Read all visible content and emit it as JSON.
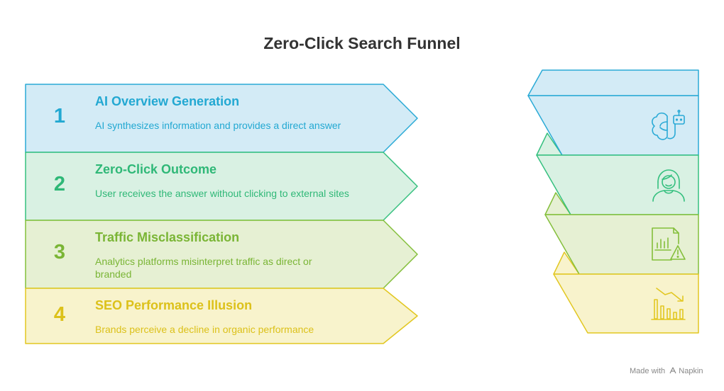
{
  "title": "Zero-Click Search Funnel",
  "steps": [
    {
      "number": "1",
      "title": "AI Overview Generation",
      "description": "AI synthesizes information and provides a direct answer",
      "icon": "brain-robot-icon",
      "fill": "#d3ebf6",
      "stroke": "#2aaad6",
      "text_color": "#22a8d2"
    },
    {
      "number": "2",
      "title": "Zero-Click Outcome",
      "description": "User receives the answer without clicking to external sites",
      "icon": "user-icon",
      "fill": "#d9f1e3",
      "stroke": "#35c07f",
      "text_color": "#2fb877"
    },
    {
      "number": "3",
      "title": "Traffic Misclassification",
      "description": "Analytics platforms misinterpret traffic as direct or branded",
      "icon": "report-warning-icon",
      "fill": "#e6f0d3",
      "stroke": "#84bf3b",
      "text_color": "#7ab535"
    },
    {
      "number": "4",
      "title": "SEO Performance Illusion",
      "description": "Brands perceive a decline in organic performance",
      "icon": "declining-chart-icon",
      "fill": "#f8f3cc",
      "stroke": "#e2c721",
      "text_color": "#dcc11a"
    }
  ],
  "credit": {
    "prefix": "Made with",
    "brand": "Napkin",
    "icon": "napkin-logo-icon"
  }
}
